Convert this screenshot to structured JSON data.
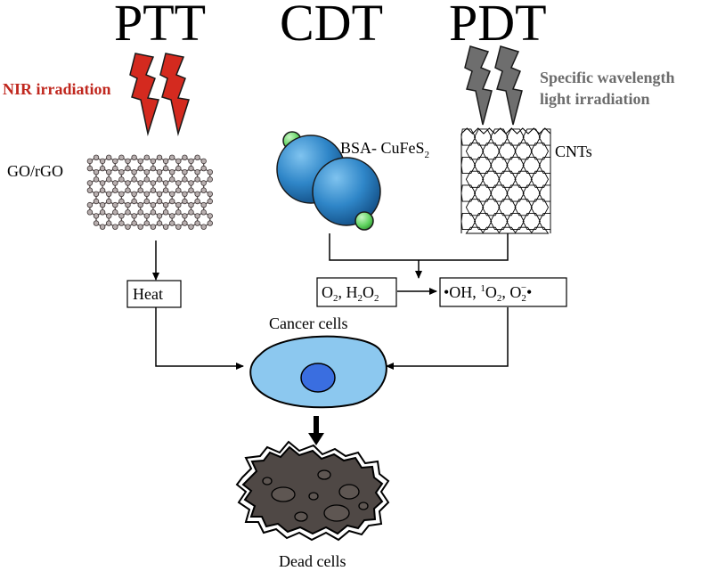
{
  "titles": {
    "ptt": "PTT",
    "cdt": "CDT",
    "pdt": "PDT"
  },
  "irradiation": {
    "nir": "NIR irradiation",
    "specific_line1": "Specific wavelength",
    "specific_line2": "light irradiation"
  },
  "materials": {
    "go": "GO/rGO",
    "bsa_prefix": "BSA- CuFeS",
    "bsa_sub": "2",
    "cnts": "CNTs"
  },
  "process": {
    "heat": "Heat",
    "o2": "O",
    "o2_sub": "2",
    "h2o2_sep": ", H",
    "h2o2_sub1": "2",
    "h2o2_o": "O",
    "h2o2_sub2": "2",
    "ros_oh": "•OH, ",
    "ros_sup1": "1",
    "ros_o": "O",
    "ros_sub1": "2",
    "ros_sep": ", O",
    "ros_sub2": "2",
    "ros_sup_minus": "−",
    "ros_dot": "•"
  },
  "cells": {
    "cancer": "Cancer cells",
    "dead": "Dead cells"
  },
  "colors": {
    "nir_bolt": "#d42a1f",
    "pdt_bolt": "#6e6e6e",
    "nanoparticle": "#2f86c8",
    "nanoparticle_cap": "#5fd35f",
    "cancer_cell": "#8cc8ef",
    "nucleus": "#3a6ee0",
    "dead_cell": "#4f4845"
  }
}
